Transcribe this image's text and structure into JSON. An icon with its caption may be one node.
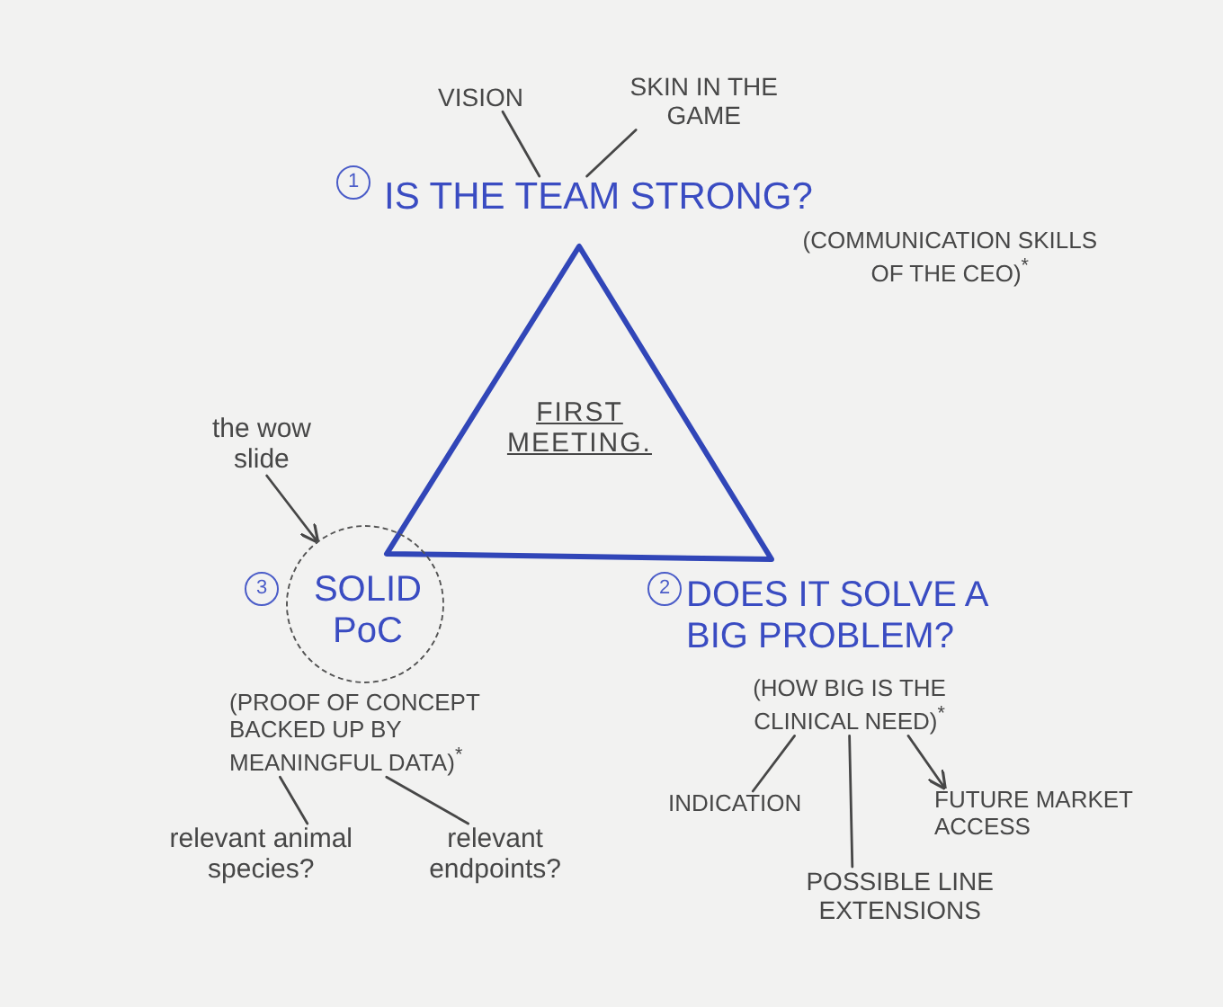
{
  "diagram": {
    "nodes": [
      {
        "text": [
          "VISION"
        ]
      },
      {
        "text": [
          "SKIN IN THE GAME"
        ]
      },
      {
        "text": [
          "1"
        ]
      },
      {
        "text": [
          "IS THE TEAM STRONG?"
        ],
        "beside": [
          "(COMMUNICATION SKILLS OF THE CEO)$^{*}$"
        ]
      },
      {
        "text": [
          "FIRST MEETING."
        ]
      },
      {
        "text": [
          "the wow slide"
        ]
      },
      {
        "text": [
          "3"
        ]
      },
      {
        "text": [
          "SOLID PoC"
        ]
      },
      {
        "text": [
          "2"
        ]
      },
      {
        "text": [
          "DOES IT SOLVE A BIG PROBLEM?"
        ]
      },
      {
        "text": [
          "(PROOF OF CONCEPT BACKED UP BY MEANINGFUL DATA)$^{*}$"
        ]
      },
      {
        "text": [
          "(HOW BIG IS THE CLINICAL NEED)$^{*}$"
        ]
      },
      {
        "text": [
          "relevant animal species?"
        ]
      },
      {
        "text": [
          "relevant endpoints?"
        ]
      },
      {
        "text": [
          "INDICATION"
        ]
      },
      {
        "text": [
          "FUTURE MARKET ACCESS"
        ]
      },
      {
        "text": [
          "POSSIBLE LINE EXTENSIONS"
        ]
      }
    ],
    "edges": [
      {
        "from": 0,
        "to": 3,
        "arrow": "none"
      },
      {
        "from": 1,
        "to": 3,
        "arrow": "none"
      },
      {
        "from": 5,
        "to": 7,
        "arrow": "to"
      },
      {
        "from": 10,
        "to": 12,
        "arrow": "none"
      },
      {
        "from": 10,
        "to": 13,
        "arrow": "none"
      },
      {
        "from": 11,
        "to": 14,
        "arrow": "none"
      },
      {
        "from": 11,
        "to": 16,
        "arrow": "none"
      },
      {
        "from": 11,
        "to": 15,
        "arrow": "to"
      }
    ]
  }
}
